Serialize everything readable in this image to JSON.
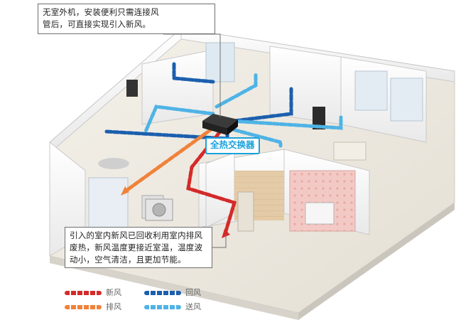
{
  "callouts": {
    "top": [
      "无室外机，安装便利只需连接风",
      "管后，可直接实现引入新风。"
    ],
    "bottom": [
      "引入的室内新风已回收利用室内排风",
      "废热，新风温度更接近室温，温度波",
      "动小，空气清洁，且更加节能。"
    ]
  },
  "device_label": "全热交换器",
  "legend": [
    {
      "label": "新风",
      "color": "#d42a2a"
    },
    {
      "label": "回风",
      "color": "#1b5fae"
    },
    {
      "label": "排风",
      "color": "#f0823a"
    },
    {
      "label": "送风",
      "color": "#4fb3e6"
    }
  ],
  "colors": {
    "fresh_air": "#d42a2a",
    "return_air": "#1b5fae",
    "exhaust_air": "#f0823a",
    "supply_air": "#4fb3e6"
  }
}
